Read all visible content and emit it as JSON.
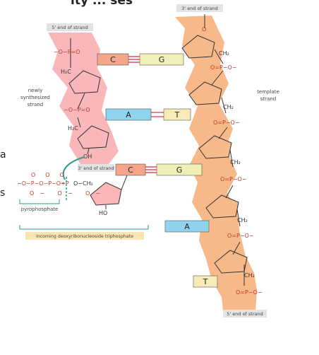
{
  "labels": {
    "title_partial": "ity   ...   ses",
    "left_edge_a": "a",
    "left_edge_s": "s",
    "new_strand_5end": "5' end of strand",
    "template_3end": "3' end of strand",
    "new_strand_3end": "3' end of strand",
    "template_5end": "5' end of strand",
    "newly_synthesized_line1": "newly",
    "newly_synthesized_line2": "synthesized",
    "newly_synthesized_line3": "strand",
    "template_line1": "template",
    "template_line2": "strand",
    "pyrophosphate": "pyrophosphate",
    "incoming": "incoming deoxyribonucleoside triphosphate"
  },
  "chemistry": {
    "oxygen": "O",
    "phosphorus": "P",
    "minus_o": "O−",
    "o_minus_left": "−O",
    "ch2": "CH₂",
    "h2c": "H₂C",
    "oh": "OH",
    "ho": "HO",
    "star": "*"
  },
  "pairs": [
    {
      "new_base": "C",
      "template_base": "G",
      "bond": "triple"
    },
    {
      "new_base": "A",
      "template_base": "T",
      "bond": "double"
    },
    {
      "new_base": "C",
      "template_base": "G",
      "bond": "triple"
    },
    {
      "new_base": "",
      "template_base": "A",
      "bond": "none"
    },
    {
      "new_base": "",
      "template_base": "T",
      "bond": "none"
    }
  ],
  "colors": {
    "new_strand_bg": "#f9b7b9",
    "template_bg": "#f7b98a",
    "C_box": "#f4a58a",
    "G_box": "#f1efb8",
    "A_box": "#8fd3ec",
    "T_box": "#f5ecb8",
    "label_box": "#e3e3e3",
    "incoming_box": "#fbe4b4",
    "bond_red": "#e0304a",
    "chem_red": "#c0392b",
    "bracket_teal": "#2a9d8f"
  }
}
